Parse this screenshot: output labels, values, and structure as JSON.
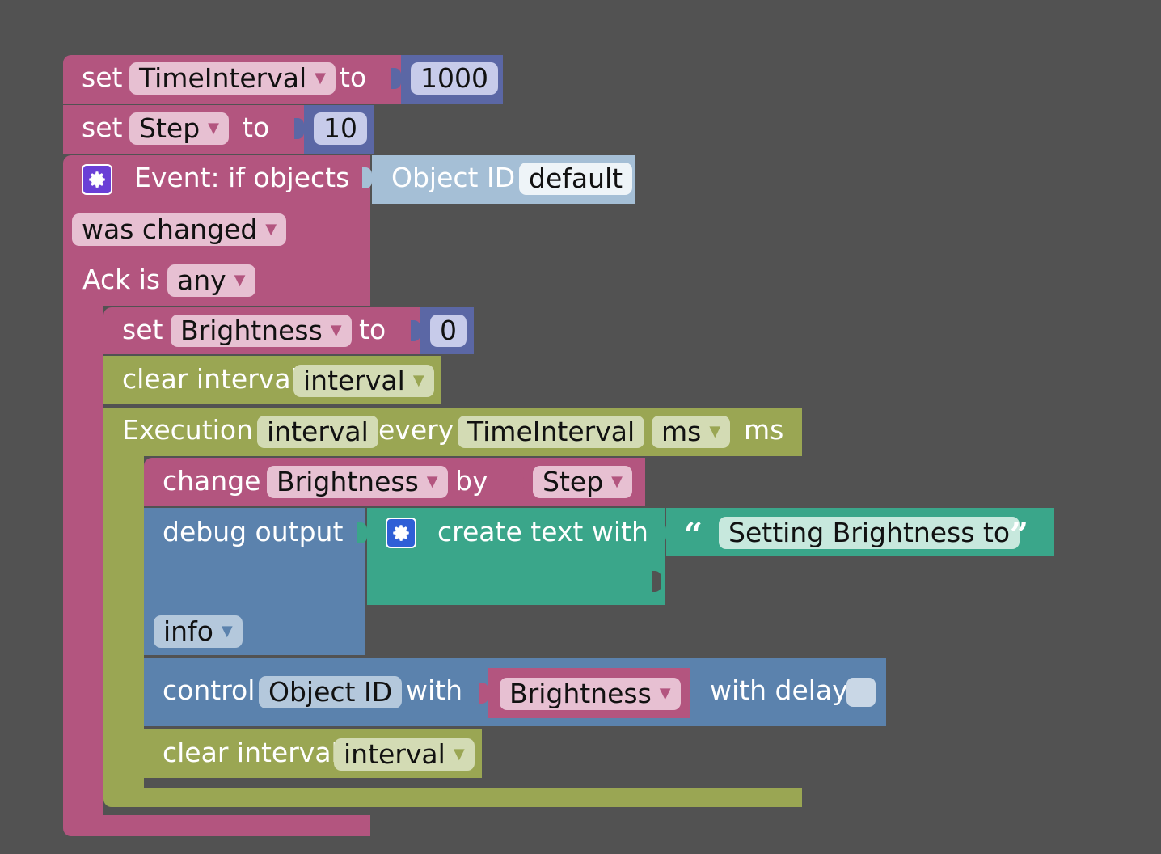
{
  "colors": {
    "background": "#525252",
    "variables": "#b3557f",
    "math": "#5b67a5",
    "timers": "#9aa653",
    "system": "#5b82ad",
    "text": "#3aa68a",
    "object_id": "#a5bfd6"
  },
  "blocks": {
    "set_timeinterval": {
      "set_label": "set",
      "variable": "TimeInterval",
      "to_label": "to",
      "value": "1000"
    },
    "set_step": {
      "set_label": "set",
      "variable": "Step",
      "to_label": "to",
      "value": "10"
    },
    "event": {
      "icon": "gear-icon",
      "title": "Event: if objects",
      "object_id_label": "Object ID",
      "object_id_value": "default",
      "trigger": "was changed",
      "ack_label": "Ack is",
      "ack_value": "any"
    },
    "set_brightness": {
      "set_label": "set",
      "variable": "Brightness",
      "to_label": "to",
      "value": "0"
    },
    "clear_interval_1": {
      "label": "clear interval",
      "variable": "interval"
    },
    "execution": {
      "label": "Execution",
      "variable": "interval",
      "every_label": "every",
      "every_value": "TimeInterval",
      "unit": "ms",
      "unit_suffix": "ms"
    },
    "change_brightness": {
      "change_label": "change",
      "variable": "Brightness",
      "by_label": "by",
      "by_value": "Step"
    },
    "debug_output": {
      "label": "debug output",
      "icon": "gear-icon",
      "create_text_label": "create text with",
      "text_value": "Setting Brightness to",
      "level": "info"
    },
    "control": {
      "label": "control",
      "object_id": "Object ID",
      "with_label": "with",
      "value_variable": "Brightness",
      "delay_label": "with delay"
    },
    "clear_interval_2": {
      "label": "clear interval",
      "variable": "interval"
    }
  }
}
